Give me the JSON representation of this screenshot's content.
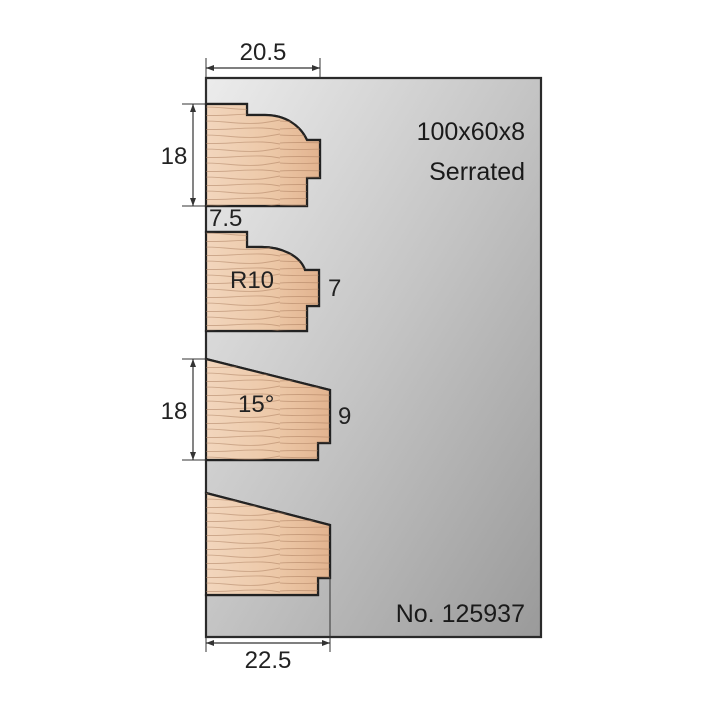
{
  "specs": {
    "size": "100x60x8",
    "type": "Serrated",
    "part_number": "No. 125937"
  },
  "dimensions": {
    "top_width": "20.5",
    "bottom_width": "22.5",
    "profile1_height": "18",
    "profile1_step": "7.5",
    "profile2_radius": "R10",
    "profile2_depth": "7",
    "profile3_height": "18",
    "profile3_angle": "15°",
    "profile3_depth": "9"
  },
  "colors": {
    "plate_light": "#e6e6e6",
    "plate_dark": "#9c9c9c",
    "wood_light": "#f1d2b6",
    "wood_dark": "#e3b48f"
  }
}
